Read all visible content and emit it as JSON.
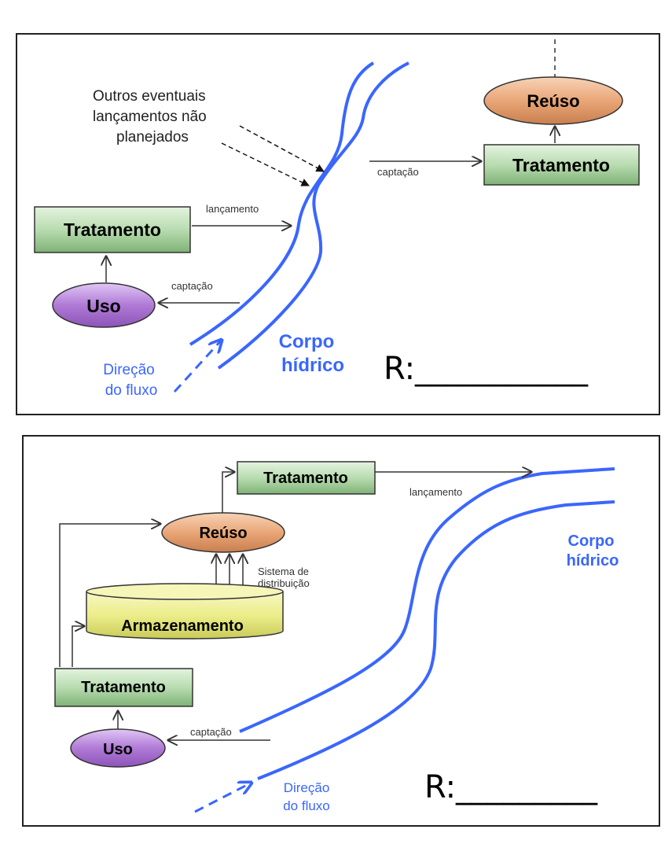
{
  "diagram1": {
    "note": [
      "Outros eventuais",
      "lançamentos não",
      "planejados"
    ],
    "reuse": "Reúso",
    "treatment_right": "Tratamento",
    "treatment_left": "Tratamento",
    "use": "Uso",
    "edge_capture_right": "captação",
    "edge_release": "lançamento",
    "edge_capture_left": "captação",
    "water_body": [
      "Corpo",
      "hídrico"
    ],
    "flow_direction": [
      "Direção",
      "do fluxo"
    ],
    "answer": "R:___________"
  },
  "diagram2": {
    "treatment_top": "Tratamento",
    "edge_release": "lançamento",
    "reuse": "Reúso",
    "distribution": [
      "Sistema de",
      "distribuição"
    ],
    "storage": "Armazenamento",
    "treatment_bottom": "Tratamento",
    "use": "Uso",
    "edge_capture": "captação",
    "water_body": [
      "Corpo",
      "hídrico"
    ],
    "flow_direction": [
      "Direção",
      "do fluxo"
    ],
    "answer": "R:_________"
  },
  "colors": {
    "river": "#3a66ff",
    "box_green": "#b8dcb0",
    "ellipse_orange": "#e9a677",
    "ellipse_purple": "#b07ad6",
    "cylinder_yellow": "#ecee8a"
  }
}
